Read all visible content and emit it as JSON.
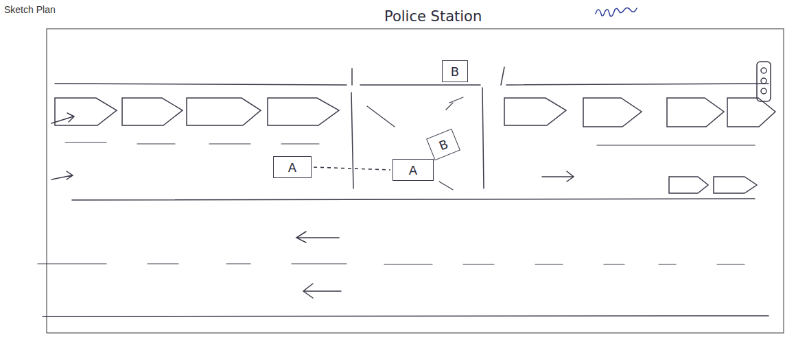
{
  "diagram": {
    "title": "Sketch Plan",
    "nodes": [
      {
        "text": [
          "B"
        ]
      },
      {
        "text": [
          "B"
        ]
      },
      {
        "text": [
          "A"
        ]
      },
      {
        "text": [
          "A"
        ]
      }
    ],
    "edges": [
      {
        "from": 2,
        "to": 3,
        "arrow": "none"
      }
    ],
    "labels": [
      "Police Station"
    ]
  }
}
